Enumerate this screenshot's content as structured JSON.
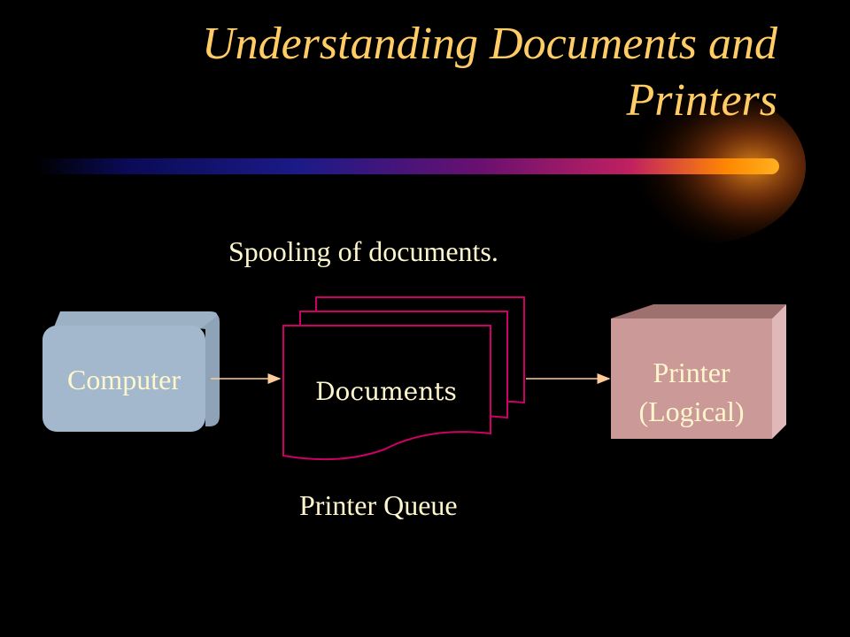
{
  "slide": {
    "title_line1": "Understanding Documents and",
    "title_line2": "Printers",
    "subtitle": "Spooling of documents.",
    "queue_label": "Printer Queue"
  },
  "diagram": {
    "nodes": [
      {
        "id": "computer",
        "label": "Computer"
      },
      {
        "id": "documents",
        "label": "Documents"
      },
      {
        "id": "printer",
        "label_line1": "Printer",
        "label_line2": "(Logical)"
      }
    ],
    "edges": [
      {
        "from": "computer",
        "to": "documents"
      },
      {
        "from": "documents",
        "to": "printer"
      }
    ]
  },
  "colors": {
    "background": "#000000",
    "title": "#ffcc66",
    "text": "#fff7cc",
    "computer_box": "#a3b8cc",
    "printer_box": "#cc9999",
    "document_outline": "#cc0066",
    "arrow": "#ffcc99"
  }
}
